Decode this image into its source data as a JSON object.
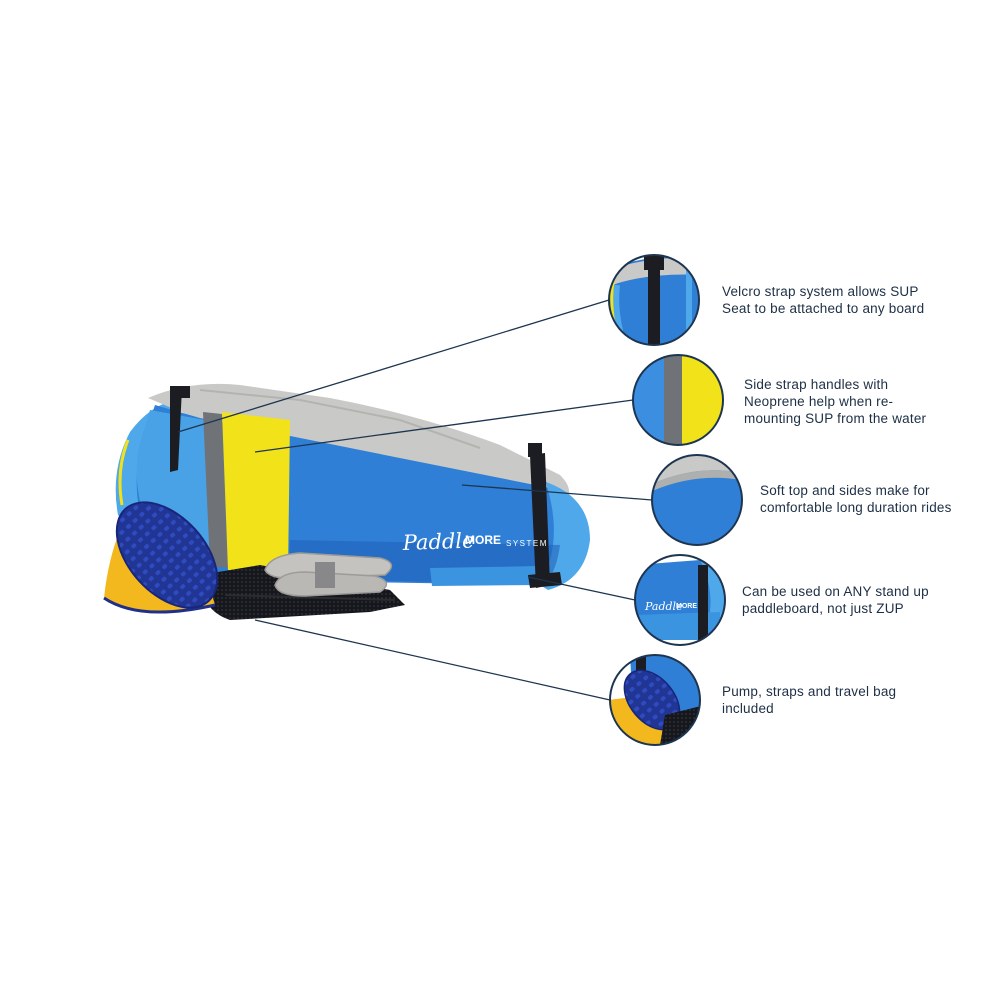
{
  "brand": {
    "script": "Paddle",
    "bold": "MORE",
    "suffix": "SYSTEM",
    "detail_bold": "MORE"
  },
  "callouts": [
    {
      "lines": [
        "Velcro strap system allows SUP",
        "Seat to be attached to any board"
      ]
    },
    {
      "lines": [
        "Side strap handles with",
        "Neoprene help when re-",
        "mounting SUP from the water"
      ]
    },
    {
      "lines": [
        "Soft top and sides make for",
        "comfortable long duration rides"
      ]
    },
    {
      "lines": [
        "Can be used on ANY stand up",
        "paddleboard, not just ZUP"
      ]
    },
    {
      "lines": [
        "Pump, straps and travel bag",
        "included"
      ]
    }
  ],
  "colors": {
    "seat_blue": "#2f7fd6",
    "seat_dark_blue": "#1f5fb8",
    "seat_light_blue": "#4fa8ea",
    "yellow": "#f2e21a",
    "gray_top": "#c9c9c7",
    "strap": "#1b1d22",
    "pump_navy": "#1f2f8a",
    "pump_yellow": "#f2b81e",
    "leader_line": "#1d3550",
    "text": "#1d2f45"
  }
}
